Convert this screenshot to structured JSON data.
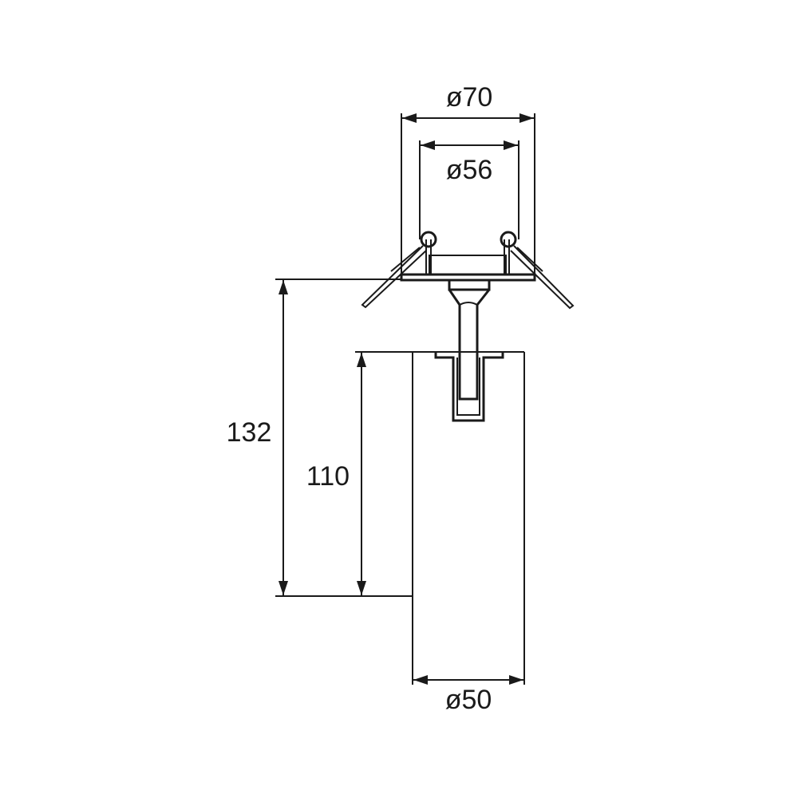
{
  "drawing": {
    "dimensions": {
      "outer_diameter": "ø70",
      "inner_diameter": "ø56",
      "total_height": "132",
      "body_height": "110",
      "body_diameter": "ø50"
    },
    "line_color": "#1a1a1a"
  }
}
